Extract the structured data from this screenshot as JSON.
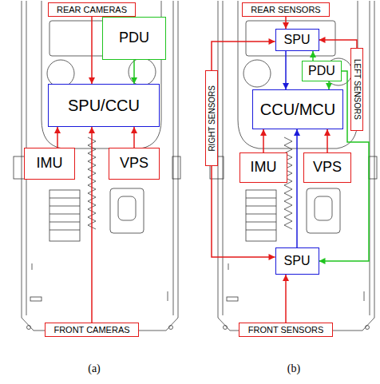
{
  "diagram": {
    "nodes": [
      {
        "text": [
          "REAR CAMERAS"
        ]
      },
      {
        "text": [
          "PDU"
        ]
      },
      {
        "text": [
          "SPU/CCU"
        ]
      },
      {
        "text": [
          "IMU"
        ]
      },
      {
        "text": [
          "VPS"
        ]
      },
      {
        "text": [
          "FRONT CAMERAS"
        ]
      },
      {
        "text": [
          "REAR SENSORS"
        ]
      },
      {
        "text": [
          "SPU"
        ]
      },
      {
        "text": [
          "PDU"
        ]
      },
      {
        "text": [
          "RIGHT SENSORS"
        ]
      },
      {
        "text": [
          "LEFT SENSORS"
        ]
      },
      {
        "text": [
          "CCU/MCU"
        ]
      },
      {
        "text": [
          "IMU"
        ]
      },
      {
        "text": [
          "VPS"
        ]
      },
      {
        "text": [
          "SPU"
        ]
      },
      {
        "text": [
          "FRONT SENSORS"
        ]
      }
    ],
    "edges": [
      {
        "from": 0,
        "to": 2,
        "arrow": "to"
      },
      {
        "from": 1,
        "to": 2,
        "arrow": "to"
      },
      {
        "from": 3,
        "to": 2,
        "arrow": "to"
      },
      {
        "from": 4,
        "to": 2,
        "arrow": "to"
      },
      {
        "from": 5,
        "to": 2,
        "arrow": "to"
      },
      {
        "from": 6,
        "to": 7,
        "arrow": "to"
      },
      {
        "from": 9,
        "to": 7,
        "arrow": "to"
      },
      {
        "from": 10,
        "to": 7,
        "arrow": "to"
      },
      {
        "from": 7,
        "to": 11,
        "arrow": "to"
      },
      {
        "from": 8,
        "to": 7,
        "arrow": "to"
      },
      {
        "from": 8,
        "to": 11,
        "arrow": "to"
      },
      {
        "from": 8,
        "to": 14,
        "arrow": "to"
      },
      {
        "from": 12,
        "to": 11,
        "arrow": "to"
      },
      {
        "from": 13,
        "to": 11,
        "arrow": "to"
      },
      {
        "from": 14,
        "to": 11,
        "arrow": "to"
      },
      {
        "from": 15,
        "to": 14,
        "arrow": "to"
      },
      {
        "from": 9,
        "to": 14,
        "arrow": "to"
      }
    ],
    "labels": [
      "(a)",
      "(b)"
    ]
  }
}
